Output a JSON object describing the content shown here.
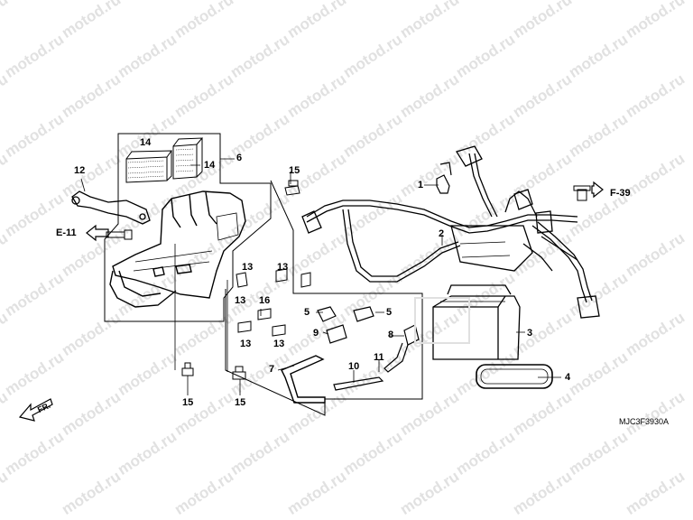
{
  "watermark": "motod.ru",
  "diagram_code": "MJC3F3930A",
  "direction": "FR.",
  "refs": {
    "e11": "E-11",
    "f39": "F-39"
  },
  "parts": {
    "p1": "1",
    "p2": "2",
    "p3": "3",
    "p4": "4",
    "p5a": "5",
    "p5b": "5",
    "p6": "6",
    "p7": "7",
    "p8": "8",
    "p9": "9",
    "p10": "10",
    "p11": "11",
    "p12": "12",
    "p13a": "13",
    "p13b": "13",
    "p13c": "13",
    "p13d": "13",
    "p13e": "13",
    "p14a": "14",
    "p14b": "14",
    "p15a": "15",
    "p15b": "15",
    "p15c": "15",
    "p16": "16"
  }
}
